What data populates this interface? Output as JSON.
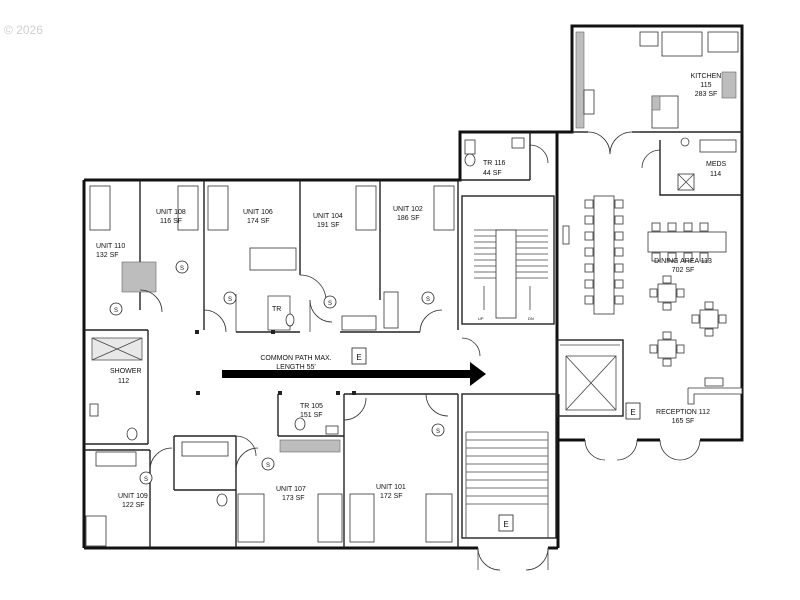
{
  "watermark": "© 2026",
  "rooms": {
    "kitchen": {
      "name": "KITCHEN",
      "number": "115",
      "area": "283 SF"
    },
    "tr116": {
      "name": "TR 116",
      "area": "44 SF"
    },
    "meds": {
      "name": "MEDS",
      "number": "114"
    },
    "dining": {
      "name": "DINING AREA 113",
      "area": "702 SF"
    },
    "reception": {
      "name": "RECEPTION 112",
      "area": "165 SF"
    },
    "unit108": {
      "name": "UNIT 108",
      "area": "116 SF"
    },
    "unit106": {
      "name": "UNIT 106",
      "area": "174 SF"
    },
    "unit104": {
      "name": "UNIT 104",
      "area": "191 SF"
    },
    "unit102": {
      "name": "UNIT 102",
      "area": "186 SF"
    },
    "unit110": {
      "name": "UNIT 110",
      "area": "132 SF"
    },
    "shower": {
      "name": "SHOWER",
      "number": "112"
    },
    "tr105": {
      "name": "TR 105",
      "area": "151 SF"
    },
    "unit109": {
      "name": "UNIT 109",
      "area": "122 SF"
    },
    "unit107": {
      "name": "UNIT 107",
      "area": "173 SF"
    },
    "unit101": {
      "name": "UNIT 101",
      "area": "172 SF"
    },
    "tr_small": {
      "name": "TR"
    }
  },
  "common_path": {
    "line1": "COMMON PATH MAX.",
    "line2": "LENGTH 55'"
  },
  "exit_marker": "E",
  "stair_up": "UP",
  "stair_dn": "DN",
  "symbol_s": "S"
}
